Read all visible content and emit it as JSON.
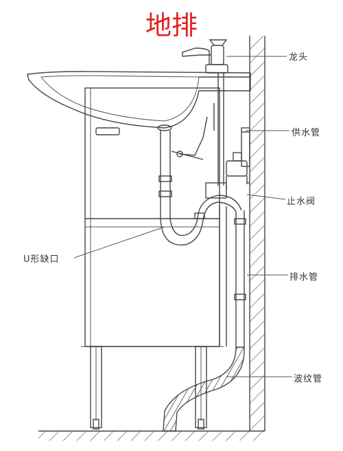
{
  "title": "地排",
  "labels": {
    "faucet": "龙头",
    "supply_pipe": "供水管",
    "stop_valve": "止水阀",
    "u_trap": "U形缺口",
    "drain_pipe": "排水管",
    "corrugated_pipe": "波纹管"
  },
  "colors": {
    "title": "#e02020",
    "line": "#444444",
    "wall_hatch": "#555555"
  }
}
